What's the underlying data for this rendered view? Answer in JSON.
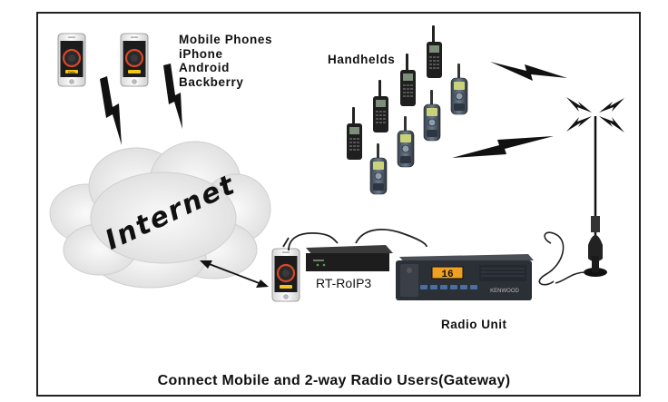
{
  "diagram": {
    "title": "Connect Mobile and 2-way Radio Users(Gateway)",
    "mobile_phones_label": {
      "line1": "Mobile Phones",
      "line2": "iPhone",
      "line3": "Android",
      "line4": "Backberry"
    },
    "handhelds_label": "Handhelds",
    "internet_label": "Internet",
    "gateway_label": "RT-RoIP3",
    "radio_unit_label": "Radio Unit",
    "radio_display": "16",
    "radio_brand": "KENWOOD",
    "phone_brand": "Zello"
  },
  "colors": {
    "border": "#222222",
    "cloud": "#e9e9e9",
    "phone_screen": "#1c1c1c",
    "dial_ring": "#d9472b",
    "radio_body": "#2b2f36",
    "radio_display": "#f0a020"
  }
}
